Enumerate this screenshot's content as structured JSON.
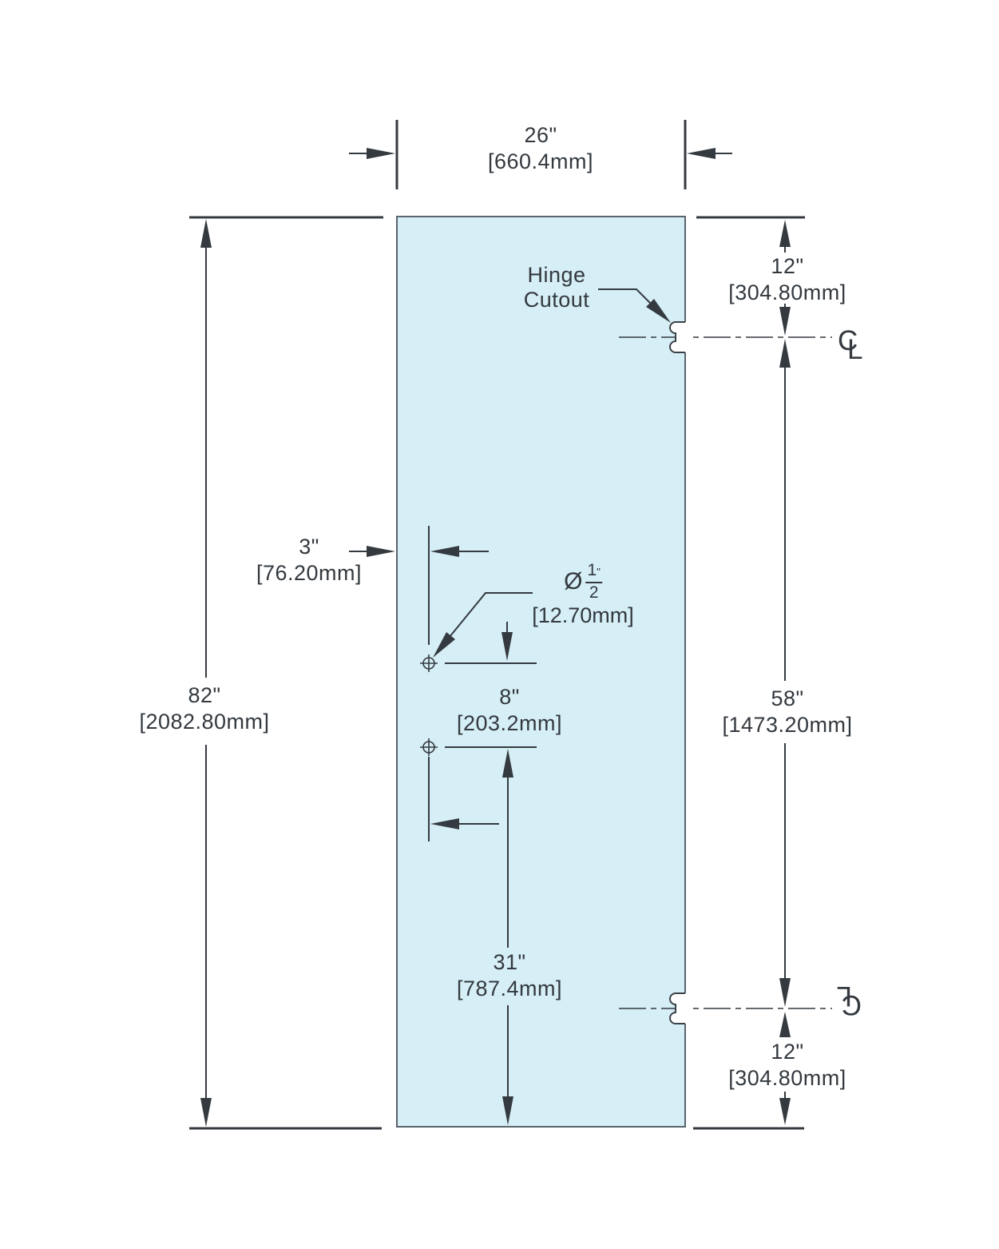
{
  "drawing": {
    "subject": "Glass door panel dimension drawing with hinge cutouts and handle holes",
    "colors": {
      "panel_fill": "#d6eef5",
      "panel_border": "#5a646d",
      "line": "#343a40",
      "text": "#33393f",
      "background": "#ffffff"
    },
    "labels": {
      "width": {
        "in": "26\"",
        "mm": "[660.4mm]"
      },
      "height": {
        "in": "82\"",
        "mm": "[2082.80mm]"
      },
      "top_hinge_offset": {
        "in": "12\"",
        "mm": "[304.80mm]"
      },
      "hinge_span": {
        "in": "58\"",
        "mm": "[1473.20mm]"
      },
      "bottom_hinge_offset": {
        "in": "12\"",
        "mm": "[304.80mm]"
      },
      "hole_edge_offset": {
        "in": "3\"",
        "mm": "[76.20mm]"
      },
      "hole_diameter": {
        "symbol": "Ø",
        "numerator": "1",
        "inch_mark": "\"",
        "denominator": "2",
        "mm": "[12.70mm]"
      },
      "hole_spacing": {
        "in": "8\"",
        "mm": "[203.2mm]"
      },
      "bottom_hole_offset": {
        "in": "31\"",
        "mm": "[787.4mm]"
      },
      "hinge_note": {
        "line1": "Hinge",
        "line2": "Cutout"
      },
      "centerline_symbol": {
        "c": "C",
        "l": "L"
      }
    }
  }
}
